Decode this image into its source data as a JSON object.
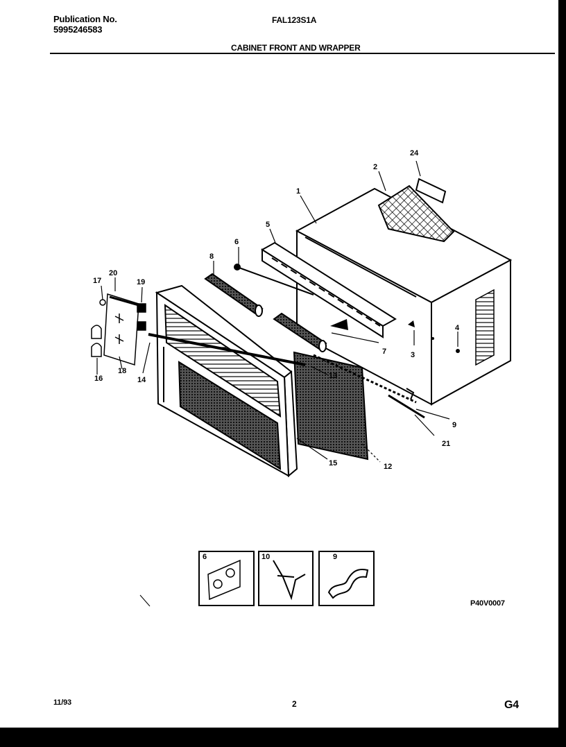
{
  "header": {
    "publication_label": "Publication No.",
    "publication_number": "5995246583",
    "model": "FAL123S1A",
    "section_title": "CABINET FRONT AND WRAPPER"
  },
  "diagram": {
    "callouts": [
      "1",
      "2",
      "3",
      "4",
      "5",
      "6",
      "7",
      "8",
      "9",
      "12",
      "13",
      "14",
      "15",
      "16",
      "17",
      "18",
      "19",
      "20",
      "21",
      "24"
    ],
    "inset_labels": [
      "6",
      "10",
      "9"
    ],
    "drawing_code": "P40V0007"
  },
  "footer": {
    "date": "11/93",
    "page": "2",
    "group": "G4"
  }
}
